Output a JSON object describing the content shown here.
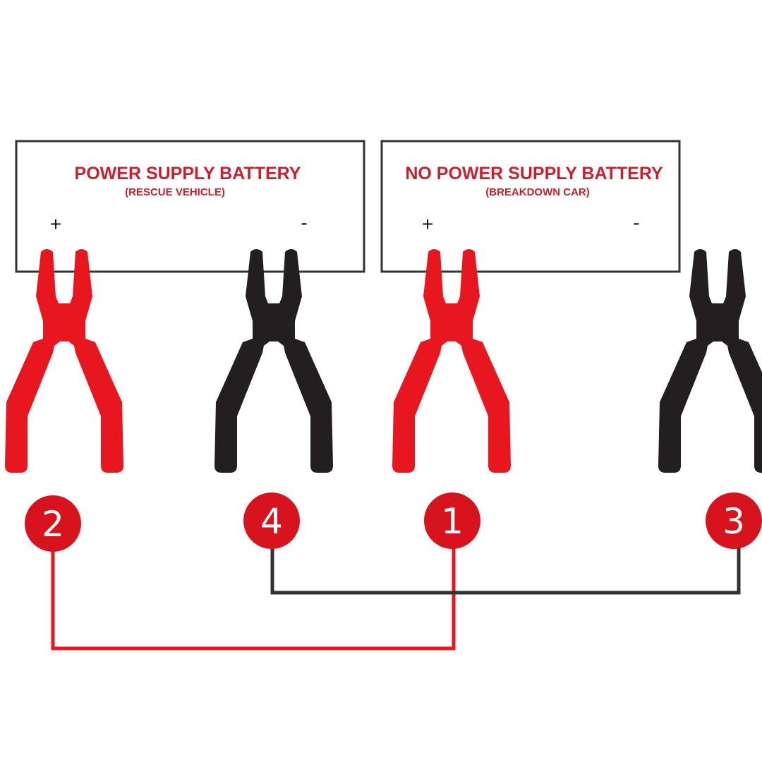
{
  "batteries": [
    {
      "title": "POWER SUPPLY BATTERY",
      "subtitle": "(RESCUE VEHICLE)",
      "positive": "+",
      "negative": "-"
    },
    {
      "title": "NO POWER SUPPLY BATTERY",
      "subtitle": "(BREAKDOWN CAR)",
      "positive": "+",
      "negative": "-"
    }
  ],
  "steps": [
    "2",
    "4",
    "1",
    "3"
  ],
  "colors": {
    "red": "#e8161f",
    "black": "#231f20",
    "text_red": "#c8202e",
    "border": "#333333"
  }
}
